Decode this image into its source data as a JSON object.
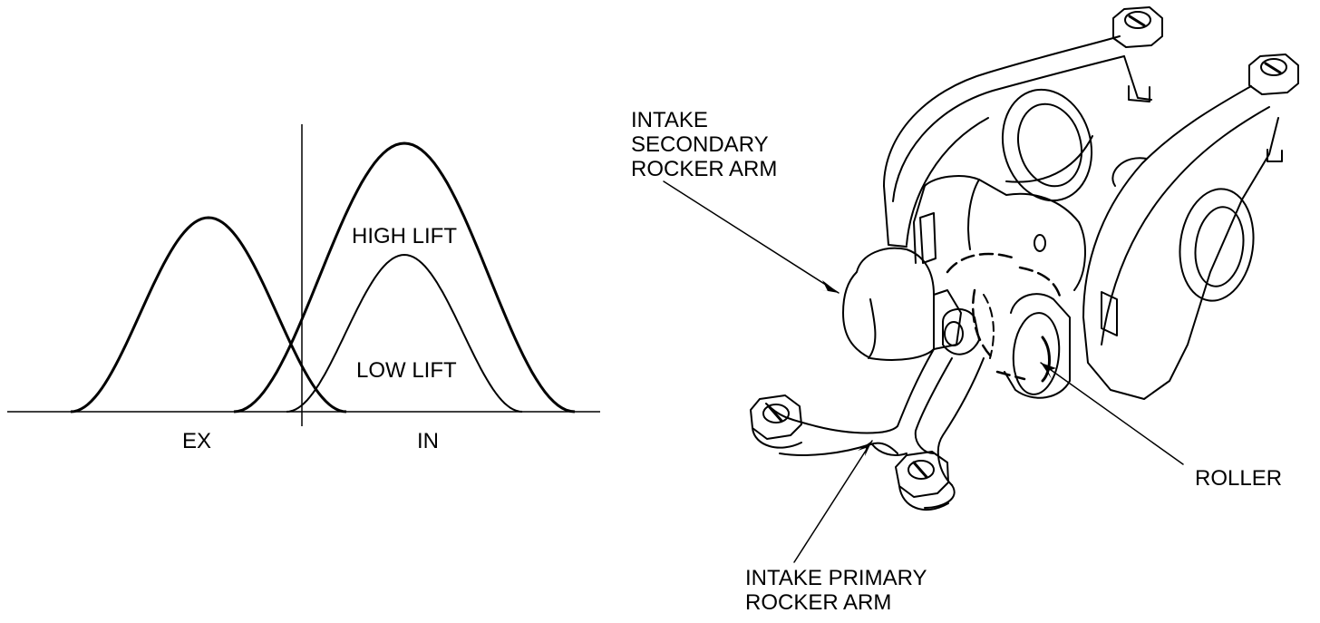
{
  "graph": {
    "curves": [
      "EX",
      "HIGH LIFT",
      "LOW LIFT"
    ],
    "labels": {
      "ex": "EX",
      "in": "IN",
      "high_lift": "HIGH LIFT",
      "low_lift": "LOW LIFT"
    }
  },
  "illustration": {
    "callouts": {
      "secondary": [
        "INTAKE",
        "SECONDARY",
        "ROCKER ARM"
      ],
      "roller": "ROLLER",
      "primary": [
        "INTAKE PRIMARY",
        "ROCKER ARM"
      ]
    }
  },
  "colors": {
    "ink": "#000000",
    "paper": "#ffffff"
  }
}
